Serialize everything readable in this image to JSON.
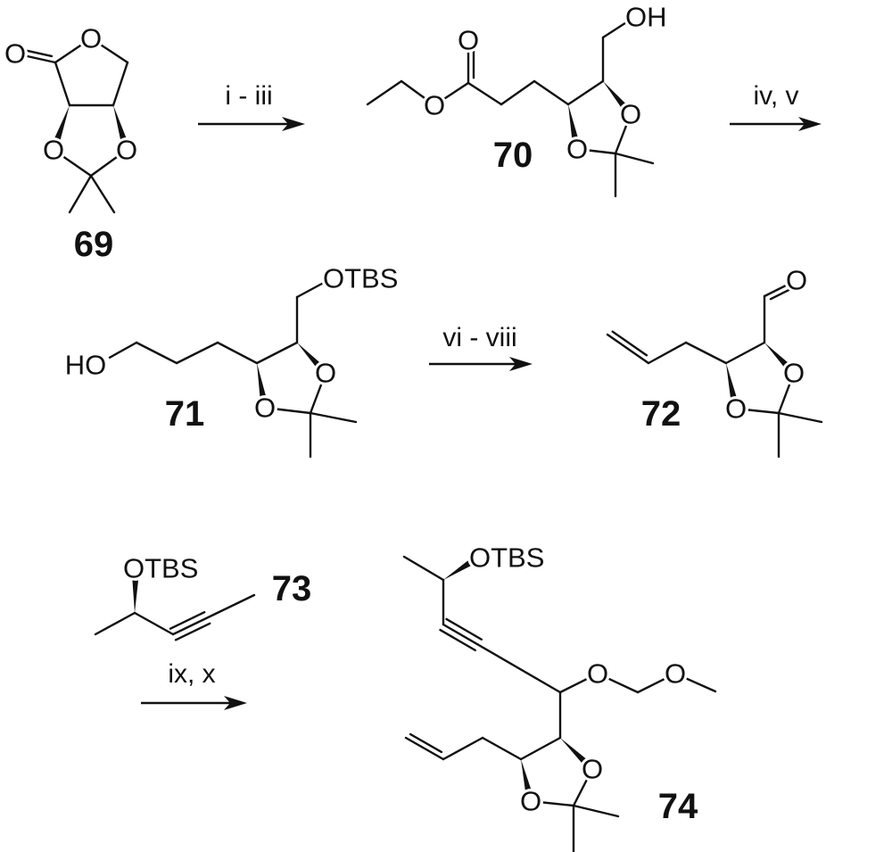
{
  "scheme": {
    "compounds": {
      "c69": {
        "number": "69",
        "atoms": {
          "o_exo": "O",
          "o_ring": "O",
          "o_left": "O",
          "o_right": "O"
        }
      },
      "c70": {
        "number": "70",
        "atoms": {
          "o_ester": "O",
          "o_carbonyl": "O",
          "oh": "OH",
          "o_left": "O",
          "o_right": "O"
        }
      },
      "c71": {
        "number": "71",
        "atoms": {
          "ho": "HO",
          "otbs": "OTBS",
          "o_left": "O",
          "o_right": "O"
        }
      },
      "c72": {
        "number": "72",
        "atoms": {
          "o_aldehyde": "O",
          "o_left": "O",
          "o_right": "O"
        }
      },
      "c73": {
        "number": "73",
        "atoms": {
          "otbs": "OTBS"
        }
      },
      "c74": {
        "number": "74",
        "atoms": {
          "otbs": "OTBS",
          "o_mom1": "O",
          "o_mom2": "O",
          "o_left": "O",
          "o_right": "O"
        }
      }
    },
    "reagents": {
      "step1": "i - iii",
      "step2": "iv, v",
      "step3": "vi - viii",
      "step4": "ix, x"
    },
    "colors": {
      "ink": "#111111",
      "background": "#ffffff"
    }
  }
}
